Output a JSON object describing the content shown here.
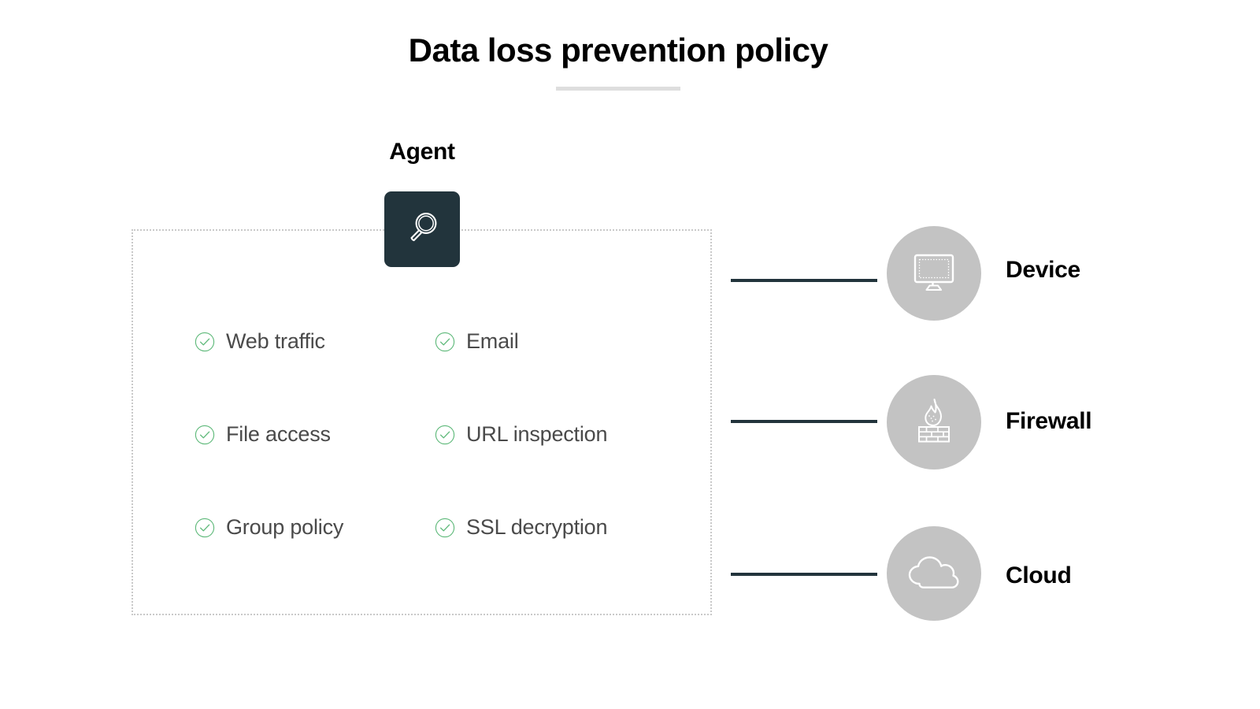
{
  "page": {
    "title": "Data loss prevention policy",
    "background_color": "#ffffff",
    "title_rule_color": "#dedede"
  },
  "agent": {
    "label": "Agent",
    "icon": "magnifying-glass-icon",
    "tile_color": "#22343c",
    "icon_color": "#ffffff"
  },
  "panel": {
    "border_style": "dotted",
    "border_color": "#c9c9c9",
    "check_color": "#5cb878",
    "text_color": "#4a4a4a",
    "capabilities": [
      {
        "label": "Web traffic",
        "icon": "check-circle-icon",
        "checked": true
      },
      {
        "label": "Email",
        "icon": "check-circle-icon",
        "checked": true
      },
      {
        "label": "File access",
        "icon": "check-circle-icon",
        "checked": true
      },
      {
        "label": "URL inspection",
        "icon": "check-circle-icon",
        "checked": true
      },
      {
        "label": "Group policy",
        "icon": "check-circle-icon",
        "checked": true
      },
      {
        "label": "SSL decryption",
        "icon": "check-circle-icon",
        "checked": true
      }
    ]
  },
  "channels": {
    "circle_color": "#c3c3c3",
    "icon_color": "#ffffff",
    "connector_color": "#22343c",
    "items": [
      {
        "label": "Device",
        "icon": "monitor-icon"
      },
      {
        "label": "Firewall",
        "icon": "firewall-icon"
      },
      {
        "label": "Cloud",
        "icon": "cloud-icon"
      }
    ]
  }
}
